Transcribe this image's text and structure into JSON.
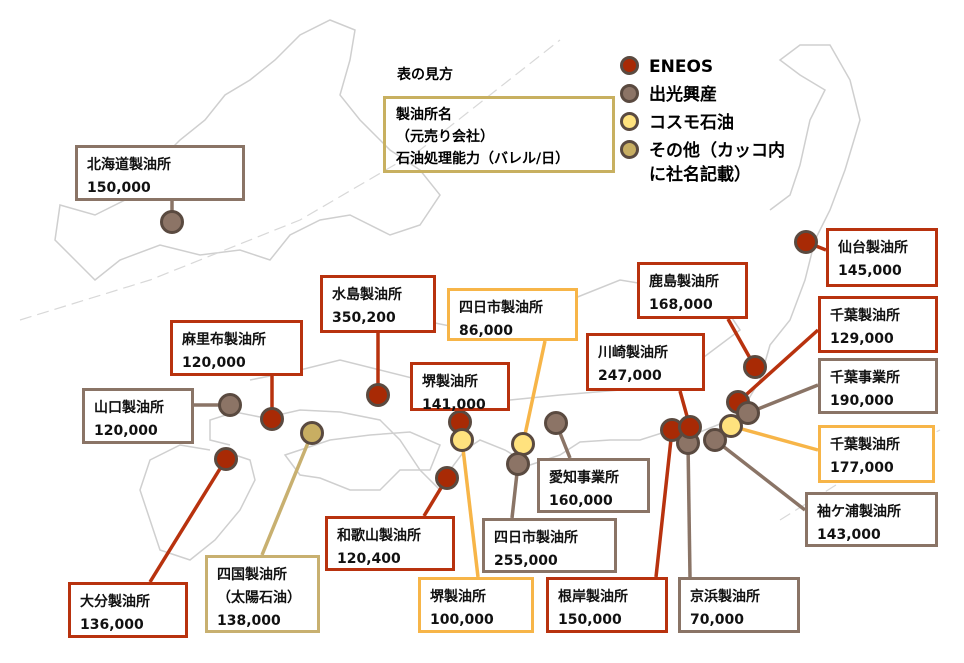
{
  "legend": {
    "title": "表の見方",
    "example_lines": [
      "製油所名",
      "（元売り会社）",
      "石油処理能力（バレル/日）"
    ],
    "items": [
      {
        "label": "ENEOS",
        "company": "eneos"
      },
      {
        "label": "出光興産",
        "company": "idemitsu"
      },
      {
        "label": "コスモ石油",
        "company": "cosmo"
      },
      {
        "label": "その他（カッコ内に社名記載）",
        "company": "other",
        "lines": [
          "その他（カッコ内",
          "に社名記載）"
        ]
      }
    ]
  },
  "colors": {
    "eneos": {
      "fill": "#a82a05",
      "border": "#b8320e"
    },
    "idemitsu": {
      "fill": "#8c7466",
      "border": "#8a7466"
    },
    "cosmo": {
      "fill": "#ffe27e",
      "border": "#f7b548"
    },
    "other": {
      "fill": "#c8ae62",
      "border": "#c8b070"
    },
    "dot_outline": "#5a4a40",
    "map_line": "#cfcfcf"
  },
  "refineries": [
    {
      "id": "hokkaido",
      "name": "北海道製油所",
      "capacity": "150,000",
      "company": "idemitsu"
    },
    {
      "id": "sendai",
      "name": "仙台製油所",
      "capacity": "145,000",
      "company": "eneos"
    },
    {
      "id": "kashima",
      "name": "鹿島製油所",
      "capacity": "168,000",
      "company": "eneos"
    },
    {
      "id": "chiba-eneos",
      "name": "千葉製油所",
      "capacity": "129,000",
      "company": "eneos"
    },
    {
      "id": "chiba-idemitsu",
      "name": "千葉事業所",
      "capacity": "190,000",
      "company": "idemitsu"
    },
    {
      "id": "chiba-cosmo",
      "name": "千葉製油所",
      "capacity": "177,000",
      "company": "cosmo"
    },
    {
      "id": "sodegaura",
      "name": "袖ケ浦製油所",
      "capacity": "143,000",
      "company": "idemitsu"
    },
    {
      "id": "keihin",
      "name": "京浜製油所",
      "capacity": "70,000",
      "company": "idemitsu"
    },
    {
      "id": "negishi",
      "name": "根岸製油所",
      "capacity": "150,000",
      "company": "eneos"
    },
    {
      "id": "kawasaki",
      "name": "川崎製油所",
      "capacity": "247,000",
      "company": "eneos"
    },
    {
      "id": "yokkaichi-cosmo",
      "name": "四日市製油所",
      "capacity": "86,000",
      "company": "cosmo"
    },
    {
      "id": "aichi",
      "name": "愛知事業所",
      "capacity": "160,000",
      "company": "idemitsu"
    },
    {
      "id": "yokkaichi-idemitsu",
      "name": "四日市製油所",
      "capacity": "255,000",
      "company": "idemitsu"
    },
    {
      "id": "sakai-eneos",
      "name": "堺製油所",
      "capacity": "141,000",
      "company": "eneos"
    },
    {
      "id": "sakai-cosmo",
      "name": "堺製油所",
      "capacity": "100,000",
      "company": "cosmo"
    },
    {
      "id": "wakayama",
      "name": "和歌山製油所",
      "capacity": "120,400",
      "company": "eneos"
    },
    {
      "id": "mizushima",
      "name": "水島製油所",
      "capacity": "350,200",
      "company": "eneos"
    },
    {
      "id": "marifu",
      "name": "麻里布製油所",
      "capacity": "120,000",
      "company": "eneos"
    },
    {
      "id": "yamaguchi",
      "name": "山口製油所",
      "capacity": "120,000",
      "company": "idemitsu"
    },
    {
      "id": "shikoku",
      "name": "四国製油所",
      "operator": "（太陽石油）",
      "capacity": "138,000",
      "company": "other"
    },
    {
      "id": "oita",
      "name": "大分製油所",
      "capacity": "136,000",
      "company": "eneos"
    }
  ]
}
